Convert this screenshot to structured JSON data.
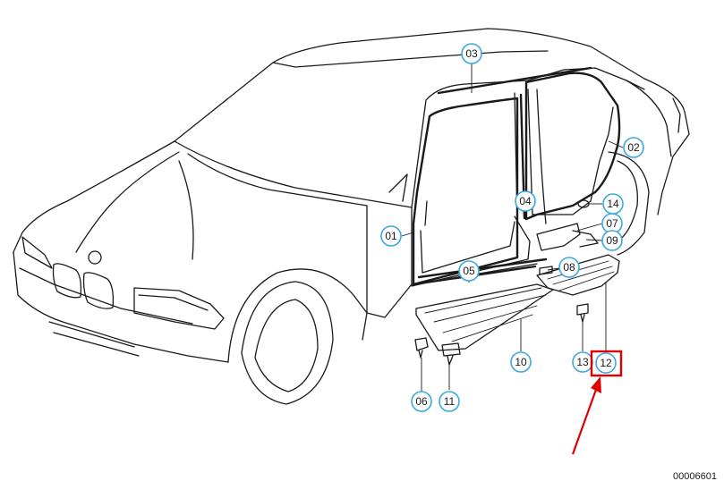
{
  "diagram": {
    "callouts": [
      "01",
      "02",
      "03",
      "04",
      "05",
      "06",
      "07",
      "08",
      "09",
      "10",
      "11",
      "12",
      "13",
      "14"
    ],
    "highlighted_part": "12",
    "reference_code": "00006601",
    "colors": {
      "callout_ring": "#38a9e0",
      "highlight": "#e00000",
      "line": "#1a1a1a"
    }
  }
}
